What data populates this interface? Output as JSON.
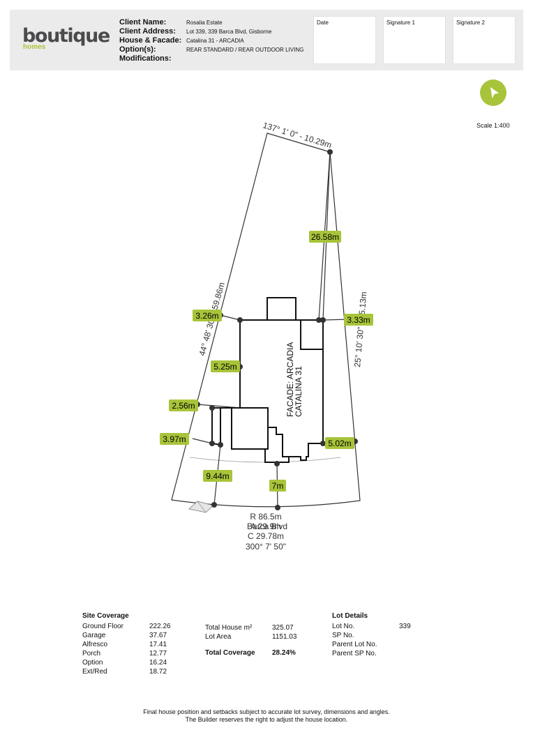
{
  "logo": {
    "main": "boutique",
    "sub": "homes"
  },
  "client": {
    "labels": [
      "Client Name:",
      "Client Address:",
      "House & Facade:",
      "Option(s):",
      "Modifications:"
    ],
    "values": [
      "Rosalia Estate",
      "Lot 339, 339 Barca Blvd, Gisborne",
      "Catalina 31 - ARCADIA",
      "REAR STANDARD / REAR OUTDOOR LIVING",
      ""
    ]
  },
  "signature_boxes": [
    "Date",
    "Signature 1",
    "Signature 2"
  ],
  "scale": "Scale 1:400",
  "plan": {
    "top_boundary": "137° 1' 0\" - 10.29m",
    "left_boundary": "44° 48' 30\" - 59.86m",
    "right_boundary": "25° 10' 30\" - 55.13m",
    "arc_radius": "R 86.5m",
    "arc_length": "A 29.9m",
    "street": "Barca Blvd",
    "chord": "C 29.78m",
    "chord_bearing": "300° 7' 50\"",
    "facade_label_1": "FACADE: ARCADIA",
    "facade_label_2": "CATALINA 31",
    "dims": {
      "d_rear": "26.58m",
      "d_left_top": "3.26m",
      "d_right": "3.33m",
      "d_left_mid": "5.25m",
      "d_left_2": "2.56m",
      "d_left_3": "3.97m",
      "d_right_front": "5.02m",
      "d_front_left": "9.44m",
      "d_front": "7m"
    }
  },
  "site_coverage": {
    "title": "Site Coverage",
    "rows": [
      {
        "label": "Ground Floor",
        "value": "222.26"
      },
      {
        "label": "Garage",
        "value": "37.67"
      },
      {
        "label": "Alfresco",
        "value": "17.41"
      },
      {
        "label": "Porch",
        "value": "12.77"
      },
      {
        "label": "Option",
        "value": "16.24"
      },
      {
        "label": "Ext/Red",
        "value": "18.72"
      }
    ]
  },
  "totals": {
    "house_label": "Total House m²",
    "house_value": "325.07",
    "lot_area_label": "Lot Area",
    "lot_area_value": "1151.03",
    "coverage_label": "Total Coverage",
    "coverage_value": "28.24%"
  },
  "lot_details": {
    "title": "Lot Details",
    "rows": [
      {
        "label": "Lot No.",
        "value": "339"
      },
      {
        "label": "SP No.",
        "value": ""
      },
      {
        "label": "Parent Lot No.",
        "value": ""
      },
      {
        "label": "Parent SP No.",
        "value": ""
      }
    ]
  },
  "footer": {
    "line1": "Final house position and setbacks subject to accurate lot survey, dimensions and angles.",
    "line2": "The Builder reserves the right to adjust the house location."
  },
  "icons": {
    "nav": "navigation-arrow-icon"
  },
  "colors": {
    "accent": "#a8c43a",
    "header_bg": "#ebebeb"
  }
}
